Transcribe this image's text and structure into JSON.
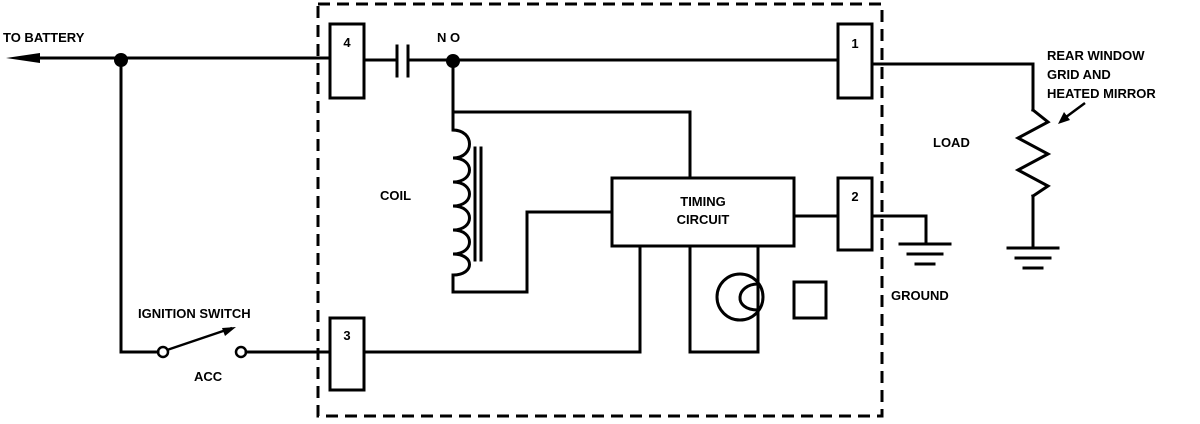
{
  "labels": {
    "to_battery": "TO BATTERY",
    "no_contact": "N O",
    "rear_window_1": "REAR WINDOW",
    "rear_window_2": "GRID AND",
    "rear_window_3": "HEATED MIRROR",
    "load": "LOAD",
    "coil": "COIL",
    "timing_1": "TIMING",
    "timing_2": "CIRCUIT",
    "ground": "GROUND",
    "ignition_switch": "IGNITION SWITCH",
    "acc": "ACC"
  },
  "terminals": {
    "t4": "4",
    "t1": "1",
    "t2": "2",
    "t3": "3"
  }
}
